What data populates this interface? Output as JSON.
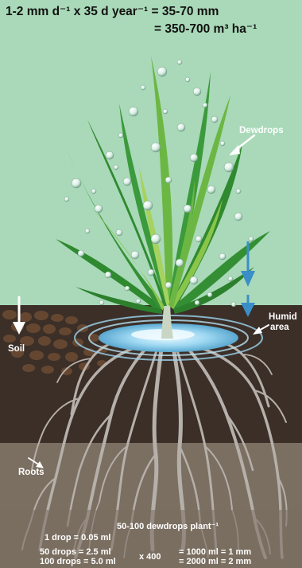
{
  "header": {
    "line1": "1-2 mm d⁻¹ x 35 d year⁻¹ = 35-70 mm",
    "line2": "= 350-700 m³ ha⁻¹"
  },
  "labels": {
    "dewdrops": "Dewdrops",
    "humid_area_line1": "Humid",
    "humid_area_line2": "area",
    "soil": "Soil",
    "roots": "Roots"
  },
  "footer": {
    "dewdrops_per_plant": "50-100 dewdrops plant⁻¹",
    "one_drop": "1 drop = 0.05 ml",
    "fifty_drops": "50 drops = 2.5 ml",
    "hundred_drops": "100 drops = 5.0 ml",
    "multiplier": "x 400",
    "result1": "= 1000 ml = 1 mm",
    "result2": "= 2000 ml = 2 mm"
  },
  "colors": {
    "sky": "#a9d9b8",
    "topsoil": "#3a2e27",
    "subsoil": "#4a3c33",
    "bottom_soil": "#7a6e60",
    "leaf_dark": "#2f8a2f",
    "leaf_light": "#8ac54a",
    "water": "#8fd0ee",
    "arrow_blue": "#3a8fc8",
    "roots": "#b8b2ac"
  }
}
